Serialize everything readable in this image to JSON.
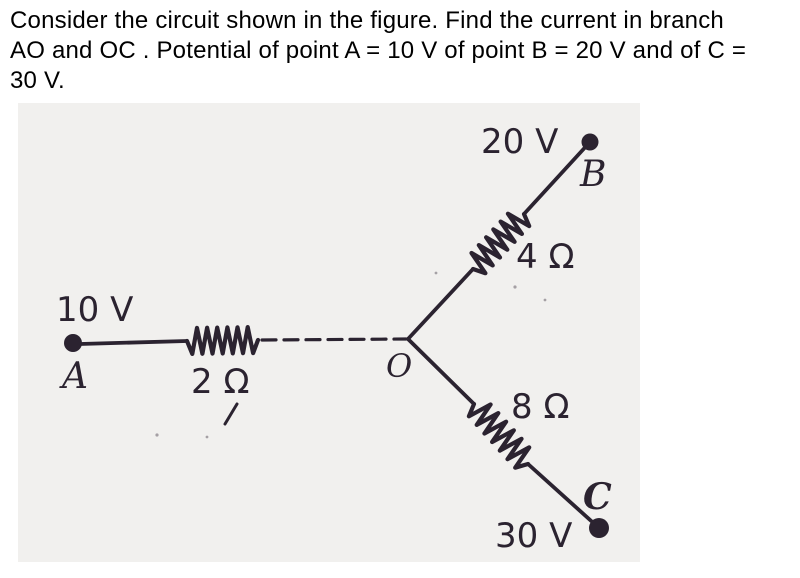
{
  "problem": {
    "text_lines": [
      "Consider the circuit shown in the figure. Find the current in branch",
      "AO and OC . Potential of point A = 10 V of point B = 20 V and of C =",
      "30 V."
    ]
  },
  "figure": {
    "background_color": "#f1f0ee",
    "ink_color": "#2b2330",
    "nodes": {
      "A": {
        "label": "A",
        "potential": "10 V"
      },
      "B": {
        "label": "B",
        "potential": "20 V"
      },
      "C": {
        "label": "C",
        "potential": "30 V"
      },
      "O": {
        "label": "O"
      }
    },
    "resistors": {
      "AO": {
        "label": "2 Ω"
      },
      "OB": {
        "label": "4 Ω"
      },
      "OC": {
        "label": "8 Ω"
      }
    }
  }
}
